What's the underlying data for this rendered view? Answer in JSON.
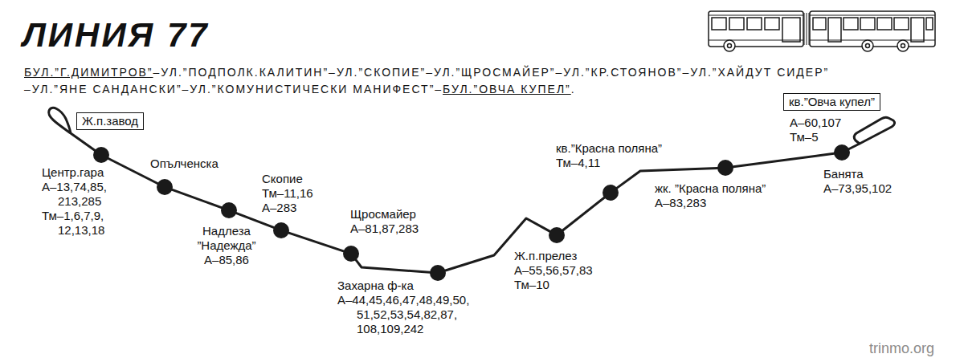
{
  "diagram": {
    "title": "ЛИНИЯ 77",
    "nodes": [
      {
        "text": [
          "Ж.п.завод"
        ]
      },
      {
        "text": [
          "Центр.гара",
          "А–13,74,85, 213,285",
          "Тм–1,6,7,9, 12,13,18"
        ]
      },
      {
        "text": [
          "Опълченска"
        ]
      },
      {
        "text": [
          "Надлеза ”Надежда”",
          "А–85,86"
        ]
      },
      {
        "text": [
          "Скопие",
          "Тм–11,16",
          "А–283"
        ]
      },
      {
        "text": [
          "Щросмайер",
          "А–81,87,283"
        ]
      },
      {
        "text": [
          "Захарна ф-ка",
          "А–44,45,46,47,48,49,50, 51,52,53,54,82,87, 108,109,242"
        ]
      },
      {
        "text": [
          "Ж.п.прелез",
          "А–55,56,57,83",
          "Тм–10"
        ]
      },
      {
        "text": [
          "кв.”Красна поляна”",
          "Тм–4,11"
        ]
      },
      {
        "text": [
          "жк. ”Красна поляна”",
          "А–83,283"
        ]
      },
      {
        "text": [
          "Банята",
          "А–73,95,102"
        ]
      },
      {
        "text": [
          "кв.”Овча купел”",
          "А–60,107",
          "Тм–5"
        ]
      }
    ],
    "edges": [
      {
        "from": 1,
        "to": 2,
        "arrow": "none"
      },
      {
        "from": 2,
        "to": 3,
        "arrow": "none"
      },
      {
        "from": 3,
        "to": 4,
        "arrow": "none"
      },
      {
        "from": 4,
        "to": 5,
        "arrow": "none"
      },
      {
        "from": 5,
        "to": 6,
        "arrow": "none"
      },
      {
        "from": 6,
        "to": 7,
        "arrow": "none"
      },
      {
        "from": 7,
        "to": 8,
        "arrow": "none"
      },
      {
        "from": 8,
        "to": 9,
        "arrow": "none"
      },
      {
        "from": 9,
        "to": 10,
        "arrow": "none"
      }
    ],
    "labels": [
      "БУЛ.”Г.ДИМИТРОВ”",
      "–УЛ.”ПОДПОЛК.КАЛИТИН”–УЛ.”СКОПИЕ”–УЛ.”ЩРОСМАЙЕР”–УЛ.”КР.СТОЯНОВ”–УЛ.”ХАЙДУТ СИДЕР”",
      "–УЛ.”ЯНЕ САНДАНСКИ”–УЛ.”КОМУНИСТИЧЕСКИ МАНИФЕСТ”–",
      "БУЛ.”ОВЧА КУПЕЛ”",
      ".",
      "trinmo.org"
    ]
  }
}
